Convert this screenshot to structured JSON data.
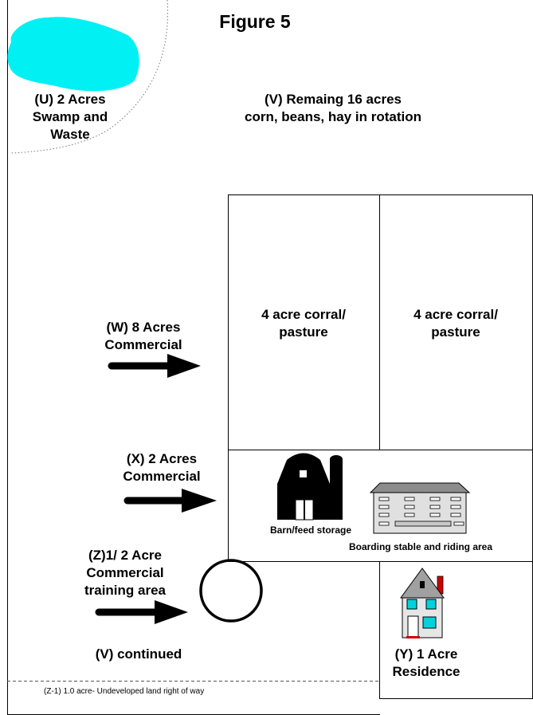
{
  "title": "Figure 5",
  "parcels": {
    "u": {
      "lines": [
        "(U) 2 Acres",
        "Swamp and",
        "Waste"
      ]
    },
    "v": {
      "lines": [
        "(V) Remaing 16 acres",
        "corn, beans, hay in rotation"
      ]
    },
    "w": {
      "lines": [
        "(W) 8 Acres",
        "Commercial"
      ]
    },
    "x": {
      "lines": [
        "(X) 2 Acres",
        "Commercial"
      ]
    },
    "z": {
      "lines": [
        "(Z)1/ 2 Acre",
        "Commercial",
        "training area"
      ]
    },
    "v_continued": "(V) continued",
    "y": {
      "lines": [
        "(Y) 1 Acre",
        "Residence"
      ]
    },
    "z1_note": "(Z-1) 1.0 acre- Undeveloped land right of way"
  },
  "corrals": [
    {
      "lines": [
        "4 acre corral/",
        "pasture"
      ]
    },
    {
      "lines": [
        "4 acre corral/",
        "pasture"
      ]
    }
  ],
  "buildings": {
    "barn_caption": "Barn/feed storage",
    "stable_caption": "Boarding stable and riding area"
  },
  "colors": {
    "swamp": "#00f0f4",
    "house_window": "#00d2dc",
    "chimney": "#cc0000",
    "house_wall": "#e6e6e6",
    "house_roof": "#a0a0a0"
  },
  "icons": [
    "swamp-pond",
    "arrow-right-icon",
    "barn-icon",
    "silo-icon",
    "stable-building-icon",
    "house-icon",
    "training-ring"
  ]
}
